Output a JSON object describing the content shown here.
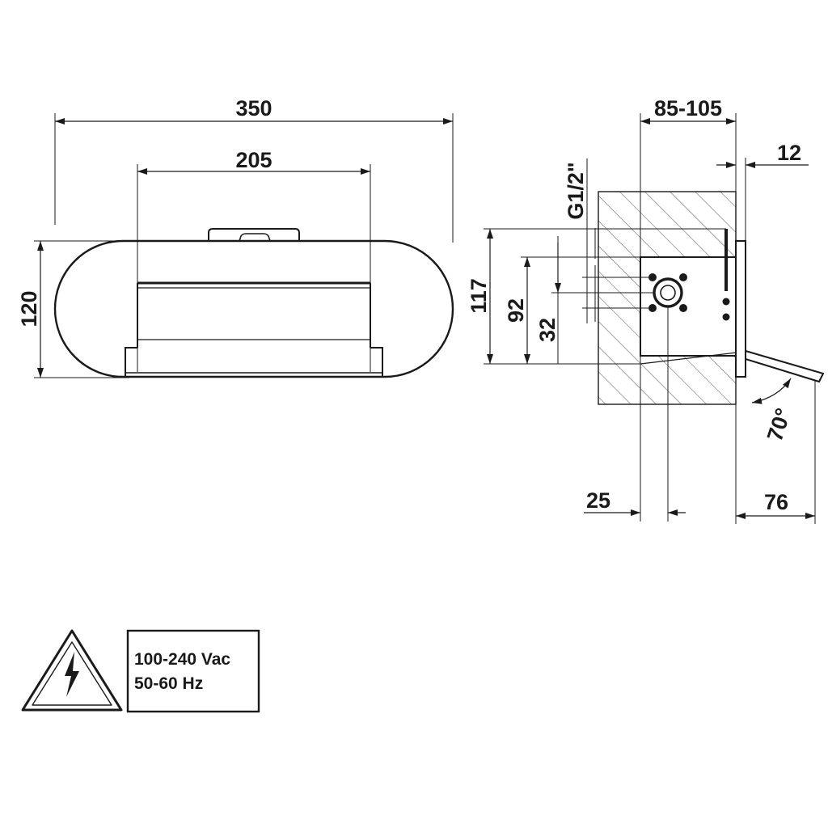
{
  "front_view": {
    "width_overall": "350",
    "width_inner": "205",
    "height": "120"
  },
  "side_view": {
    "depth_range": "85-105",
    "plate_thickness": "12",
    "thread": "G1/2\"",
    "height_117": "117",
    "height_92": "92",
    "height_32": "32",
    "offset_25": "25",
    "projection_76": "76",
    "angle": "70°"
  },
  "electrical": {
    "voltage": "100-240 Vac",
    "frequency": "50-60 Hz",
    "warning_icon": "high-voltage-warning-icon"
  }
}
